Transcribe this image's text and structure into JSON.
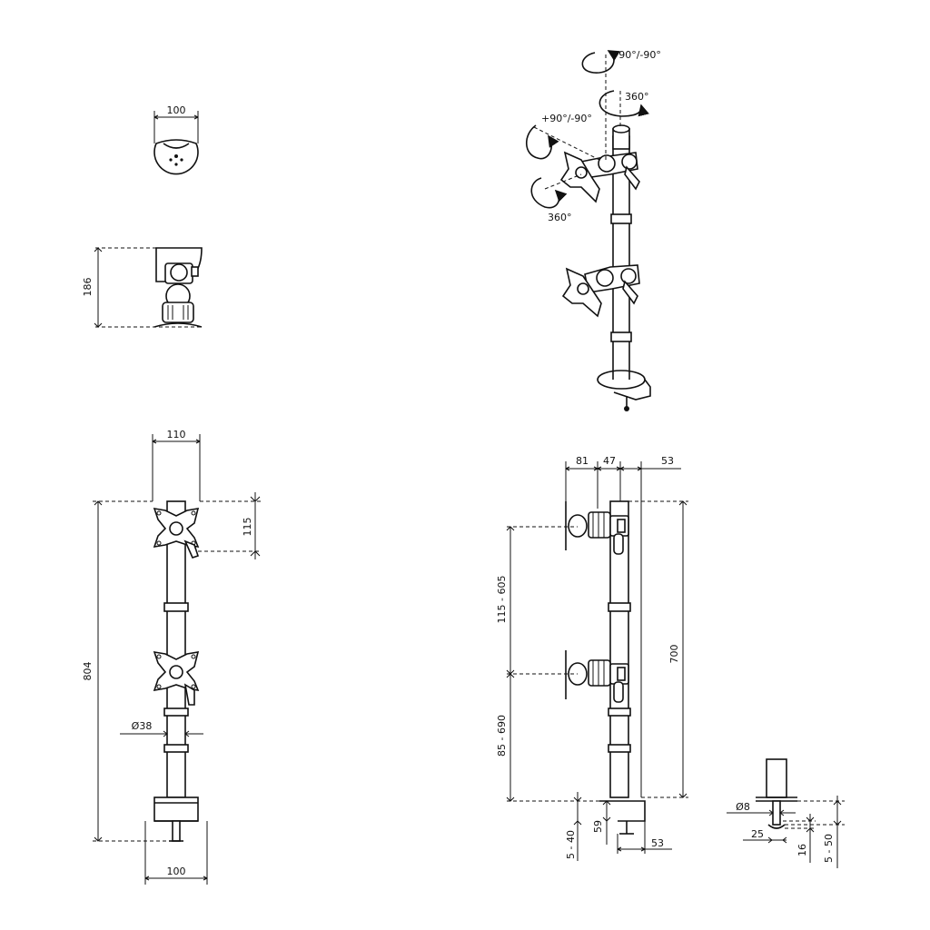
{
  "top_view": {
    "width": "100"
  },
  "side_small": {
    "height": "186"
  },
  "front_view": {
    "top_width": "110",
    "plate_height": "115",
    "total_height": "804",
    "pole_diameter": "Ø38",
    "base_width": "100"
  },
  "iso_view": {
    "rot_top": "+90°/-90°",
    "rot_pole": "360°",
    "rot_left": "+90°/-90°",
    "rot_plate": "360°"
  },
  "side_view": {
    "dim_81": "81",
    "dim_47": "47",
    "dim_53_top": "53",
    "range_upper": "115 - 605",
    "range_lower": "85 - 690",
    "height_700": "700",
    "clamp_5_40": "5 - 40",
    "dim_59": "59",
    "dim_53_bottom": "53"
  },
  "bolt_detail": {
    "diameter": "Ø8",
    "dim_25": "25",
    "dim_16": "16",
    "range_5_50": "5 - 50"
  }
}
